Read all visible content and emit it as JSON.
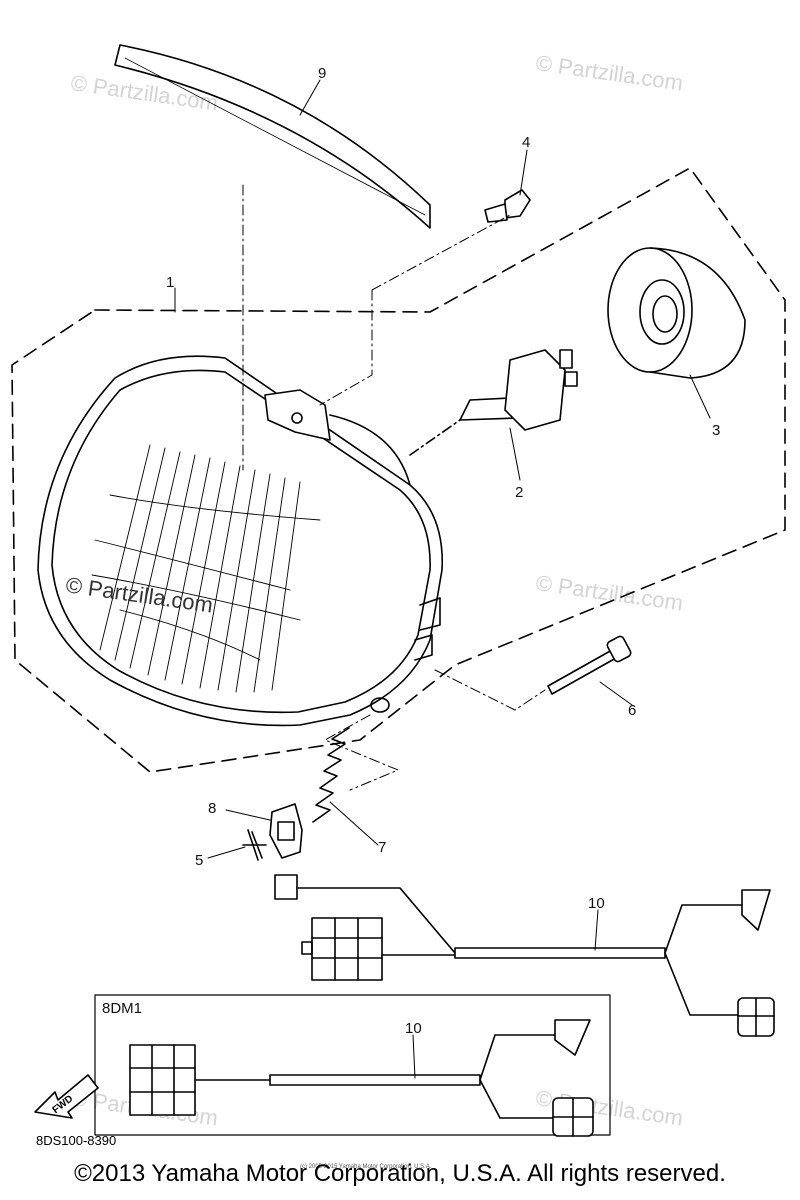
{
  "labels": {
    "p1": "1",
    "p2": "2",
    "p3": "3",
    "p4": "4",
    "p5": "5",
    "p6": "6",
    "p7": "7",
    "p8": "8",
    "p9": "9",
    "p10": "10",
    "p10b": "10"
  },
  "inset": {
    "title": "8DM1"
  },
  "fwd_label": "FWD",
  "diagram_code": "8DS100-8390",
  "watermarks": {
    "wm1": "© Partzilla.com",
    "wm2": "© Partzilla.com",
    "wm3": "© Partzilla.com",
    "wm4": "© Partzilla.com",
    "wm5": "© Partzilla.com",
    "wm6": "© Partzilla.com"
  },
  "fine_print": "(c) 2005-2015 Yamaha Motor Corporation, U.S.A.",
  "copyright": "©2013 Yamaha Motor Corporation, U.S.A. All rights reserved."
}
